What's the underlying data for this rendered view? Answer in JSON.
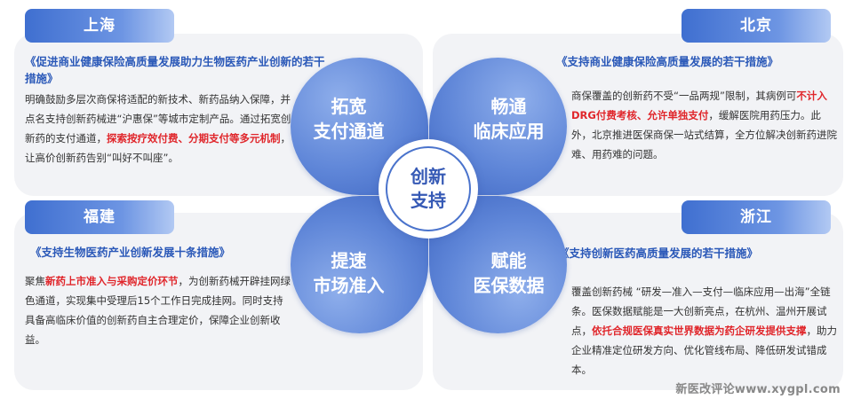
{
  "center": {
    "line1": "创新",
    "line2": "支持"
  },
  "petals": {
    "top_left": {
      "line1": "拓宽",
      "line2": "支付通道"
    },
    "top_right": {
      "line1": "畅通",
      "line2": "临床应用"
    },
    "bottom_left": {
      "line1": "提速",
      "line2": "市场准入"
    },
    "bottom_right": {
      "line1": "赋能",
      "line2": "医保数据"
    }
  },
  "shanghai": {
    "tag": "上海",
    "policy": "《促进商业健康保险高质量发展助力生物医药产业创新的若干措施》",
    "body_1": "明确鼓励多层次商保将适配的新技术、新药品纳入保障，并点名支持创新药械进“沪惠保”等城市定制产品。通过拓宽创新药的支付通道，",
    "body_hl": "探索按疗效付费、分期支付等多元机制",
    "body_2": "，让高价创新药告别“叫好不叫座”。"
  },
  "beijing": {
    "tag": "北京",
    "policy": "《支持商业健康保险高质量发展的若干措施》",
    "body_1": "商保覆盖的创新药不受“一品两规”限制，其病例可",
    "body_hl": "不计入DRG付费考核、允许单独支付",
    "body_2": "，缓解医院用药压力。此外，北京推进医保商保一站式结算，全方位解决创新药进院难、用药难的问题。"
  },
  "fujian": {
    "tag": "福建",
    "policy": "《支持生物医药产业创新发展十条措施》",
    "body_1": "聚焦",
    "body_hl": "新药上市准入与采购定价环节",
    "body_2": "，为创新药械开辟挂网绿色通道，实现集中受理后15个工作日完成挂网。同时支持具备高临床价值的创新药自主合理定价，保障企业创新收益。"
  },
  "zhejiang": {
    "tag": "浙江",
    "policy": "《支持创新医药高质量发展的若干措施》",
    "body_1": "覆盖创新药械 “研发—准入—支付—临床应用—出海”全链条。医保数据赋能是一大创新亮点，在杭州、温州开展试点，",
    "body_hl": "依托合规医保真实世界数据为药企研发提供支撑",
    "body_2": "，助力企业精准定位研发方向、优化管线布局、降低研发试错成本。"
  },
  "watermark": "新医改评论www.xygpl.com",
  "colors": {
    "accent": "#3f6fd0",
    "policy_text": "#2a58b8",
    "highlight": "#e0262b",
    "card_bg": "#f2f3f6"
  }
}
